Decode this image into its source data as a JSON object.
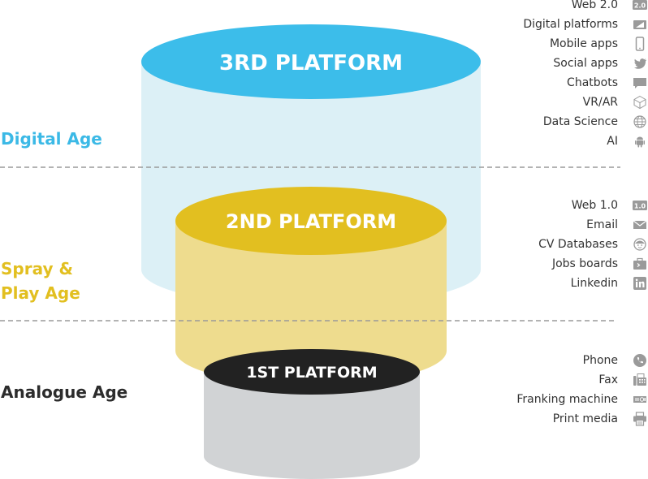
{
  "platforms": {
    "third": "3RD PLATFORM",
    "second": "2ND PLATFORM",
    "first": "1ST PLATFORM"
  },
  "ages": {
    "digital": "Digital Age",
    "spray_line1": "Spray &",
    "spray_line2": "Play Age",
    "analogue": "Analogue Age"
  },
  "lists": {
    "digital": [
      {
        "label": "Web 2.0",
        "icon": "web-2-badge-icon"
      },
      {
        "label": "Digital platforms",
        "icon": "tablet-icon"
      },
      {
        "label": "Mobile apps",
        "icon": "mobile-icon"
      },
      {
        "label": "Social apps",
        "icon": "twitter-icon"
      },
      {
        "label": "Chatbots",
        "icon": "chat-bubble-icon"
      },
      {
        "label": "VR/AR",
        "icon": "cube-icon"
      },
      {
        "label": "Data Science",
        "icon": "globe-icon"
      },
      {
        "label": "AI",
        "icon": "android-icon"
      }
    ],
    "spray": [
      {
        "label": "Web 1.0",
        "icon": "web-1-badge-icon"
      },
      {
        "label": "Email",
        "icon": "envelope-icon"
      },
      {
        "label": "CV Databases",
        "icon": "database-face-icon"
      },
      {
        "label": "Jobs boards",
        "icon": "briefcase-icon"
      },
      {
        "label": "Linkedin",
        "icon": "linkedin-icon"
      }
    ],
    "analogue": [
      {
        "label": "Phone",
        "icon": "phone-icon"
      },
      {
        "label": "Fax",
        "icon": "fax-icon"
      },
      {
        "label": "Franking machine",
        "icon": "franking-machine-icon"
      },
      {
        "label": "Print media",
        "icon": "printer-icon"
      }
    ]
  },
  "badges": {
    "web2": "2.0",
    "web1": "1.0"
  },
  "colors": {
    "third_top": "#3cbdea",
    "third_body": "#dcf0f6",
    "second_top": "#e2bf20",
    "second_body": "#eedc8e",
    "first_top": "#222222",
    "first_body": "#d1d3d5",
    "digital_text": "#3bb9e6",
    "spray_text": "#e2bf20",
    "analogue_text": "#2c2c2c",
    "icon_gray": "#9a9a9a"
  }
}
